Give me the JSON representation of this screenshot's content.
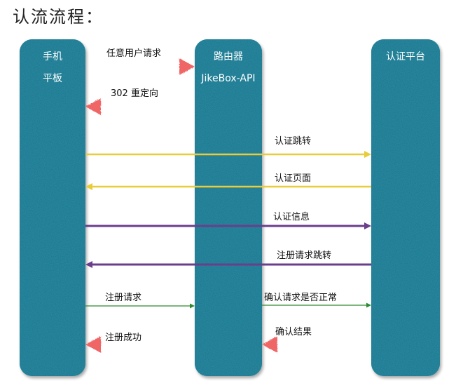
{
  "title": "认流流程：",
  "colors": {
    "lane": "#2a8da6",
    "red": "#f06565",
    "yellow": "#e8cc3a",
    "purple": "#6b3e8c",
    "green": "#2f8a2f"
  },
  "lanes": [
    {
      "id": "phone",
      "name_lines": [
        "手机",
        "平板"
      ]
    },
    {
      "id": "router",
      "name_lines": [
        "路由器",
        "JikeBox-API"
      ]
    },
    {
      "id": "auth",
      "name_lines": [
        "认证平台"
      ]
    }
  ],
  "messages": [
    {
      "label": "任意用户请求",
      "from": "phone",
      "to": "router",
      "style": "thick",
      "color": "red"
    },
    {
      "label": "302  重定向",
      "from": "router",
      "to": "phone",
      "style": "thick",
      "color": "red"
    },
    {
      "label": "认证跳转",
      "from": "phone",
      "to": "auth",
      "style": "thin",
      "color": "yellow"
    },
    {
      "label": "认证页面",
      "from": "auth",
      "to": "phone",
      "style": "thin",
      "color": "yellow"
    },
    {
      "label": "认证信息",
      "from": "phone",
      "to": "auth",
      "style": "medium",
      "color": "purple"
    },
    {
      "label": "注册请求跳转",
      "from": "auth",
      "to": "phone",
      "style": "medium",
      "color": "purple"
    },
    {
      "label": "注册请求",
      "from": "phone",
      "to": "router",
      "style": "hair",
      "color": "green"
    },
    {
      "label": "确认请求是否正常",
      "from": "router",
      "to": "auth",
      "style": "hair",
      "color": "green"
    },
    {
      "label": "确认结果",
      "from": "auth",
      "to": "router",
      "style": "thick",
      "color": "red"
    },
    {
      "label": "注册成功",
      "from": "router",
      "to": "phone",
      "style": "thick",
      "color": "red"
    }
  ]
}
